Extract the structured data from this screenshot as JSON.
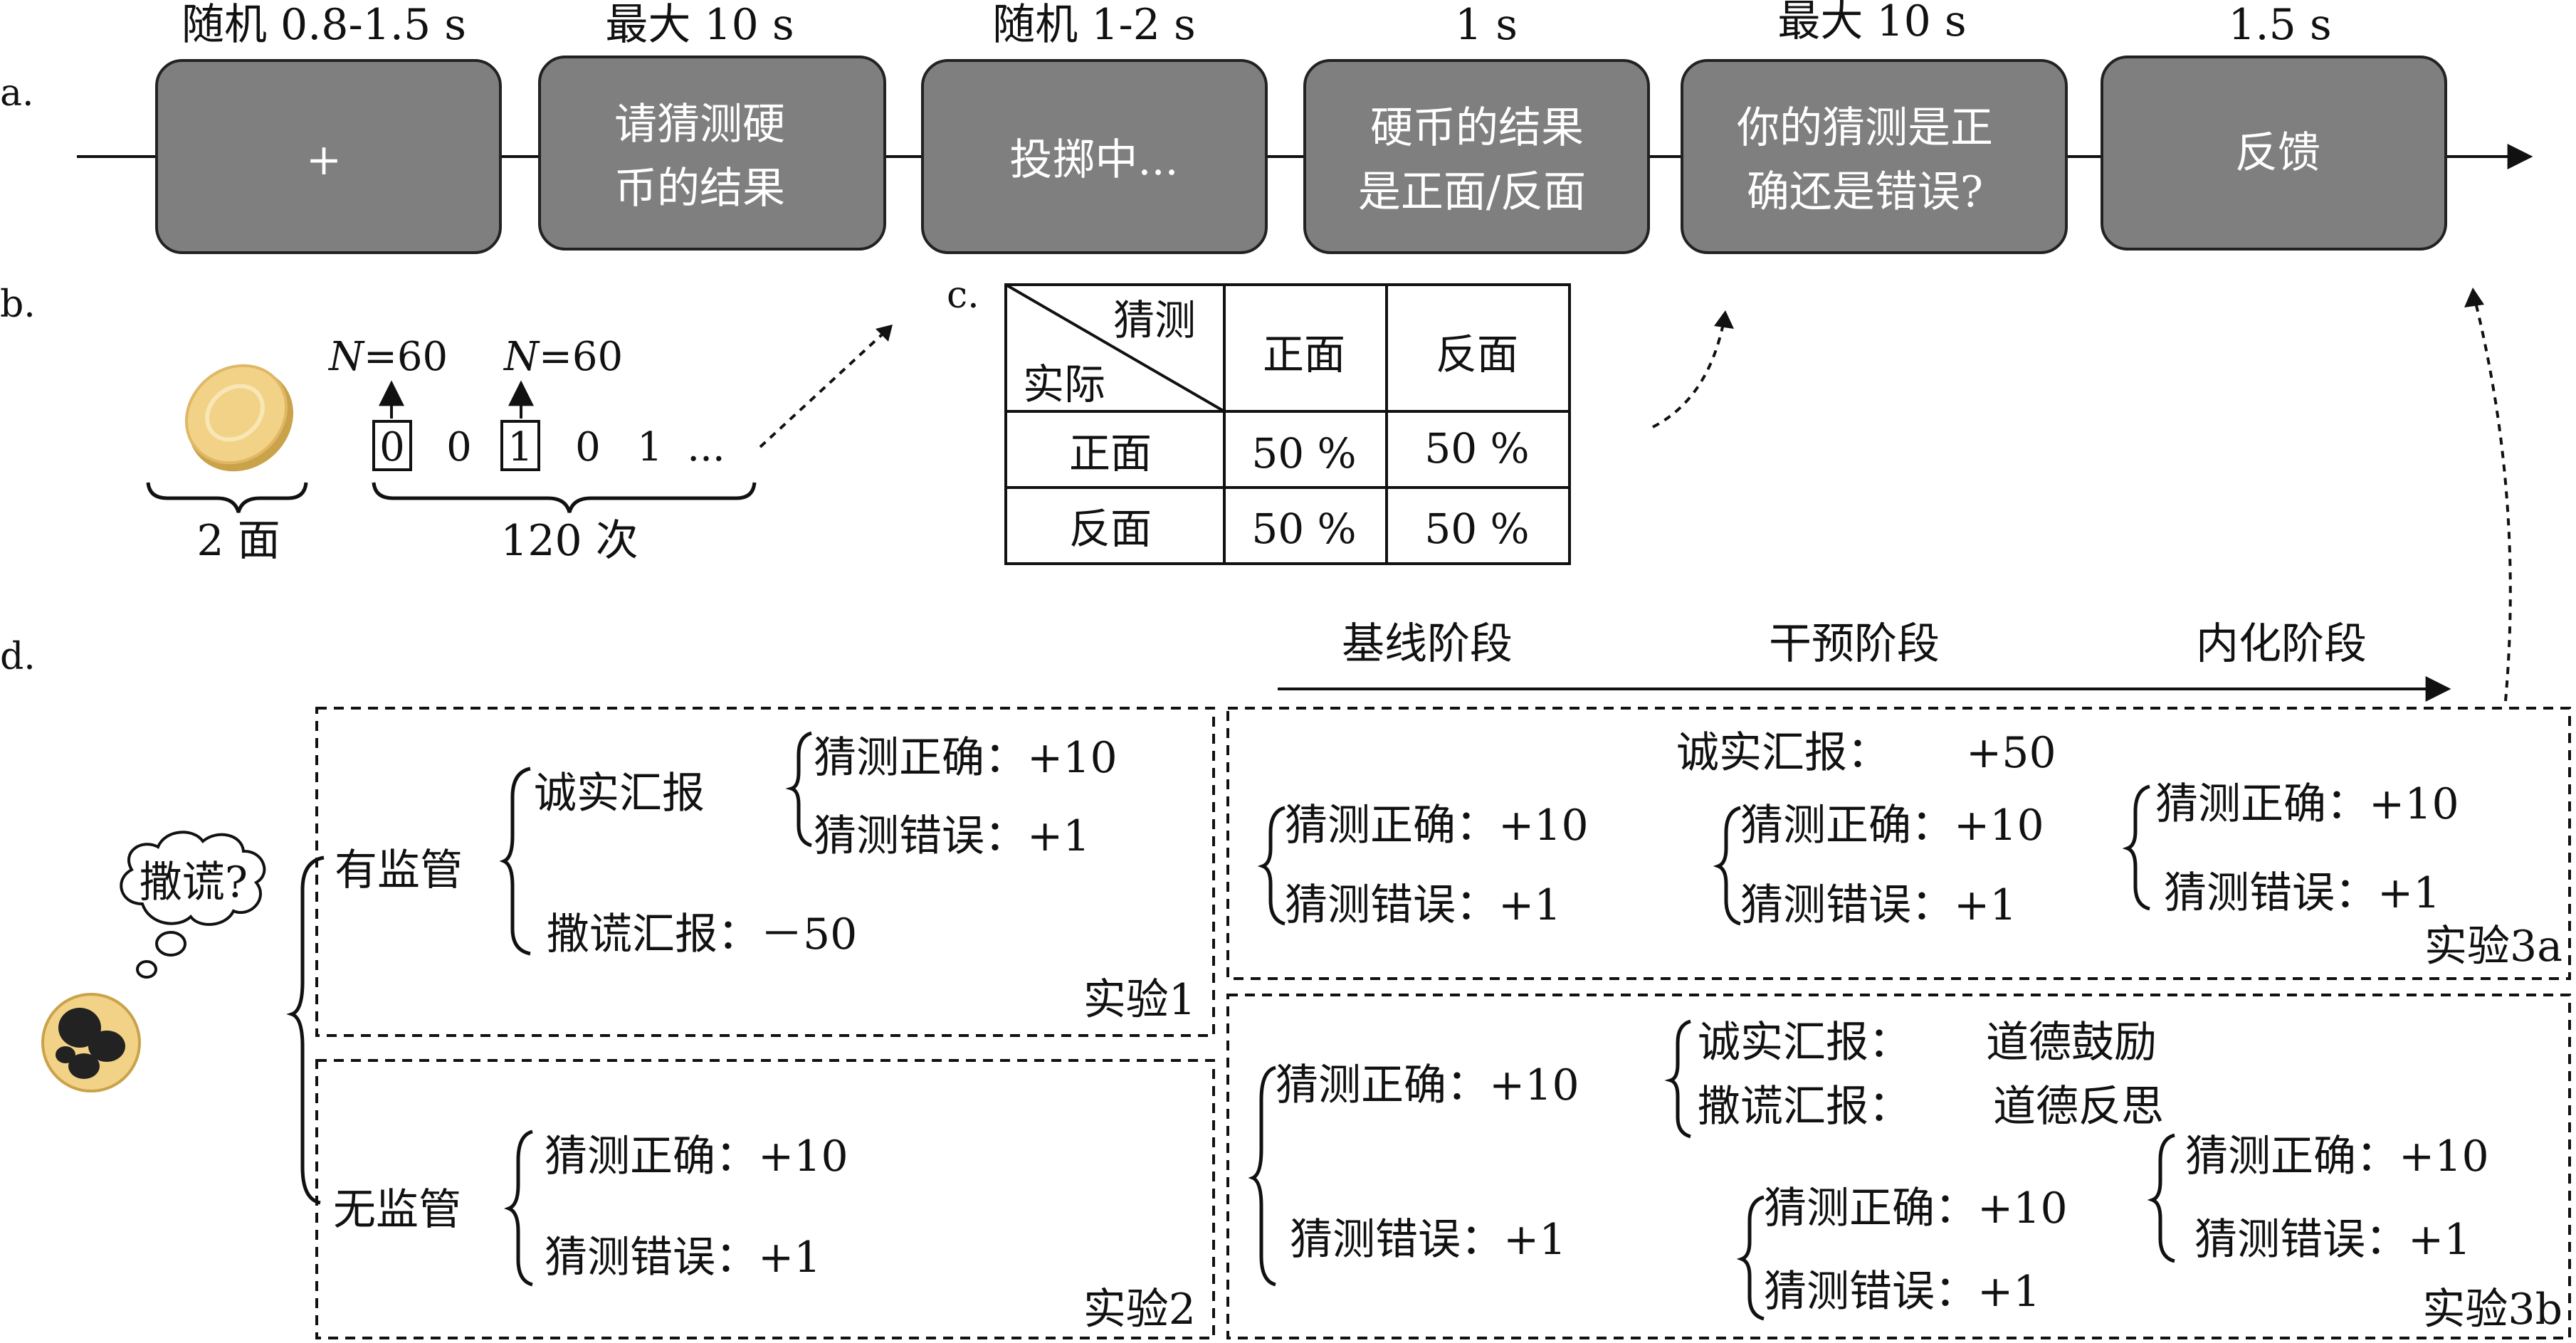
{
  "panel_labels": {
    "a": "a.",
    "b": "b.",
    "c": "c.",
    "d": "d."
  },
  "timeline": {
    "durations": [
      "随机 0.8-1.5 s",
      "最大 10 s",
      "随机 1-2 s",
      "1 s",
      "最大 10 s",
      "1.5 s"
    ],
    "boxes": [
      {
        "line1": "+",
        "line2": ""
      },
      {
        "line1": "请猜测硬",
        "line2": "币的结果"
      },
      {
        "line1": "投掷中...",
        "line2": ""
      },
      {
        "line1": "硬币的结果",
        "line2": "是正面/反面"
      },
      {
        "line1": "你的猜测是正",
        "line2": "确还是错误?"
      },
      {
        "line1": "反馈",
        "line2": ""
      }
    ]
  },
  "colors": {
    "box_fill": "#7f7f7f",
    "box_text": "#ffffff",
    "coin": "#f2d287",
    "coin_edge": "#c9a24a"
  },
  "panel_b": {
    "n1": "=60",
    "n2": "=60",
    "n_var": "N",
    "sequence": [
      "0",
      "0",
      "1",
      "0",
      "1",
      "..."
    ],
    "coin_label": "2 面",
    "trials_label": "120 次"
  },
  "panel_c": {
    "corner_guess": "猜测",
    "corner_actual": "实际",
    "col_headers": [
      "正面",
      "反面"
    ],
    "rows": [
      {
        "label": "正面",
        "cells": [
          "50 %",
          "50 %"
        ]
      },
      {
        "label": "反面",
        "cells": [
          "50 %",
          "50 %"
        ]
      }
    ]
  },
  "panel_d": {
    "phases": [
      "基线阶段",
      "干预阶段",
      "内化阶段"
    ],
    "thought": "撒谎?",
    "exp1": {
      "branch": "有监管",
      "honest": "诚实汇报",
      "correct": "猜测正确：+10",
      "wrong": "猜测错误：+1",
      "lie": "撒谎汇报：－50",
      "label": "实验1"
    },
    "exp2": {
      "branch": "无监管",
      "correct": "猜测正确：+10",
      "wrong": "猜测错误：+1",
      "label": "实验2"
    },
    "exp3a": {
      "honest": "诚实汇报：",
      "honest_value": "+50",
      "b_correct": "猜测正确：+10",
      "b_wrong": "猜测错误：+1",
      "i_correct": "猜测正确：+10",
      "i_wrong": "猜测错误：+1",
      "n_correct": "猜测正确：+10",
      "n_wrong": "猜测错误：+1",
      "label": "实验3a"
    },
    "exp3b": {
      "honest": "诚实汇报：",
      "honest_value": "道德鼓励",
      "lie": "撒谎汇报：",
      "lie_value": "道德反思",
      "b_correct": "猜测正确：+10",
      "b_wrong": "猜测错误：+1",
      "i_correct": "猜测正确：+10",
      "i_wrong": "猜测错误：+1",
      "n_correct": "猜测正确：+10",
      "n_wrong": "猜测错误：+1",
      "label": "实验3b"
    }
  }
}
